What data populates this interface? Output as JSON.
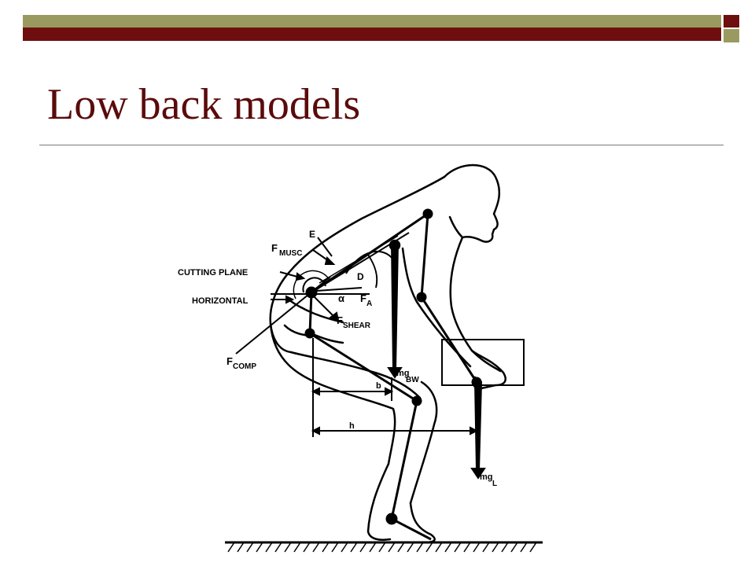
{
  "slide": {
    "title": "Low back models"
  },
  "colors": {
    "title": "#5b0b0b",
    "bar_olive": "#9a9a60",
    "bar_red": "#6e0e0e",
    "rule": "#7a7a7a"
  },
  "figure": {
    "labels": {
      "e": "E",
      "f_musc": "F",
      "f_musc_sub": "MUSC",
      "cutting_plane": "CUTTING PLANE",
      "horizontal": "HORIZONTAL",
      "d": "D",
      "alpha": "α",
      "f_a": "F",
      "f_a_sub": "A",
      "f_shear": "F",
      "f_shear_sub": "SHEAR",
      "f_comp": "F",
      "f_comp_sub": "COMP",
      "mg_bw": "mg",
      "mg_bw_sub": "BW",
      "b": "b",
      "h": "h",
      "mg_l": "mg",
      "mg_l_sub": "L"
    }
  }
}
